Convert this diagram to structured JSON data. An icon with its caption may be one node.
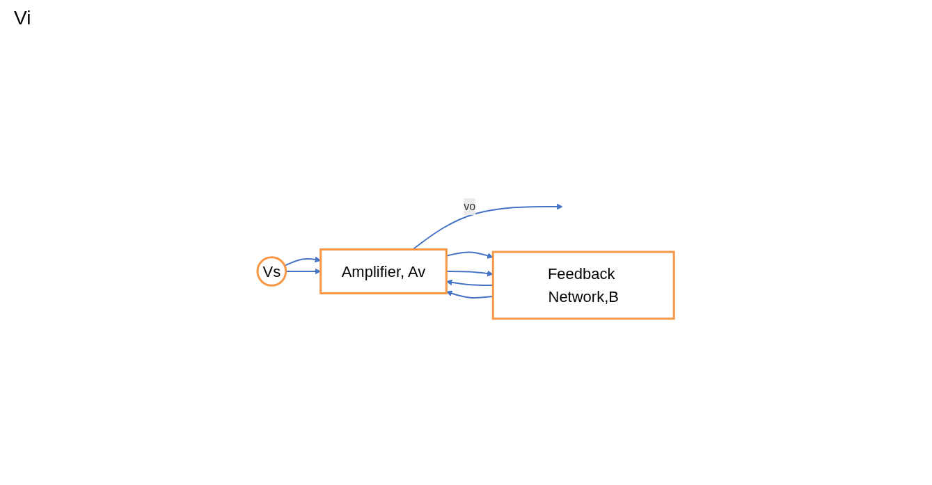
{
  "diagram": {
    "nodes": [
      {
        "text": [
          "Vs"
        ]
      },
      {
        "text": [
          "Amplifier, Av"
        ]
      },
      {
        "text": [
          "Feedback Network,B"
        ]
      }
    ],
    "edges": [
      {
        "from": 0,
        "to": 1,
        "arrow": "to"
      },
      {
        "from": 0,
        "to": 1,
        "arrow": "to"
      },
      {
        "from": 1,
        "to": null,
        "arrow": "to",
        "label": "vo"
      },
      {
        "from": 1,
        "to": 2,
        "arrow": "to"
      },
      {
        "from": 1,
        "to": 2,
        "arrow": "to"
      },
      {
        "from": 2,
        "to": 1,
        "arrow": "to"
      },
      {
        "from": 2,
        "to": 1,
        "arrow": "to"
      }
    ],
    "labels": [
      "Vi"
    ]
  }
}
